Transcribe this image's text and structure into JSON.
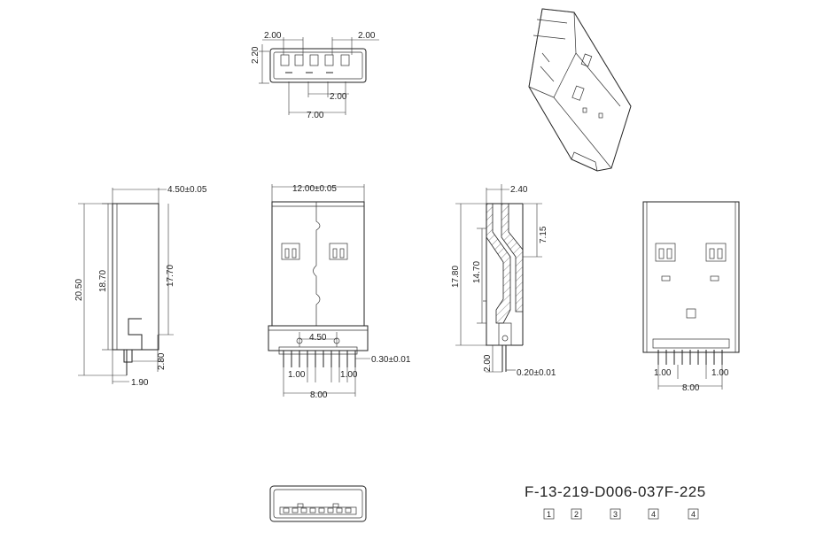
{
  "top_view": {
    "dim_left_pitch": "2.00",
    "dim_right_pitch": "2.00",
    "dim_height": "2.20",
    "dim_inner": "2.00",
    "dim_total": "7.00"
  },
  "side_view": {
    "dim_thickness": "4.50±0.05",
    "dim_total_length": "20.50",
    "dim_body_length": "18.70",
    "dim_shell_length": "17.70",
    "dim_pin_length": "2.80",
    "dim_pin_offset": "1.90"
  },
  "front_view": {
    "dim_width": "12.00±0.05",
    "dim_post_spacing": "4.50",
    "dim_pin_width": "0.30±0.01",
    "dim_pitch_left": "1.00",
    "dim_pitch_right": "1.00",
    "dim_pin_span": "8.00"
  },
  "section_view": {
    "dim_top": "2.40",
    "dim_upper": "7.15",
    "dim_total": "17.80",
    "dim_inner": "14.70",
    "dim_pin": "2.00",
    "dim_pin_thickness": "0.20±0.01"
  },
  "rear_view": {
    "dim_pitch_left": "1.00",
    "dim_pitch_right": "1.00",
    "dim_pin_span": "8.00"
  },
  "part_number": {
    "text": "F-13-219-D006-037F-225",
    "boxes": [
      "1",
      "2",
      "3",
      "4",
      "4"
    ]
  }
}
